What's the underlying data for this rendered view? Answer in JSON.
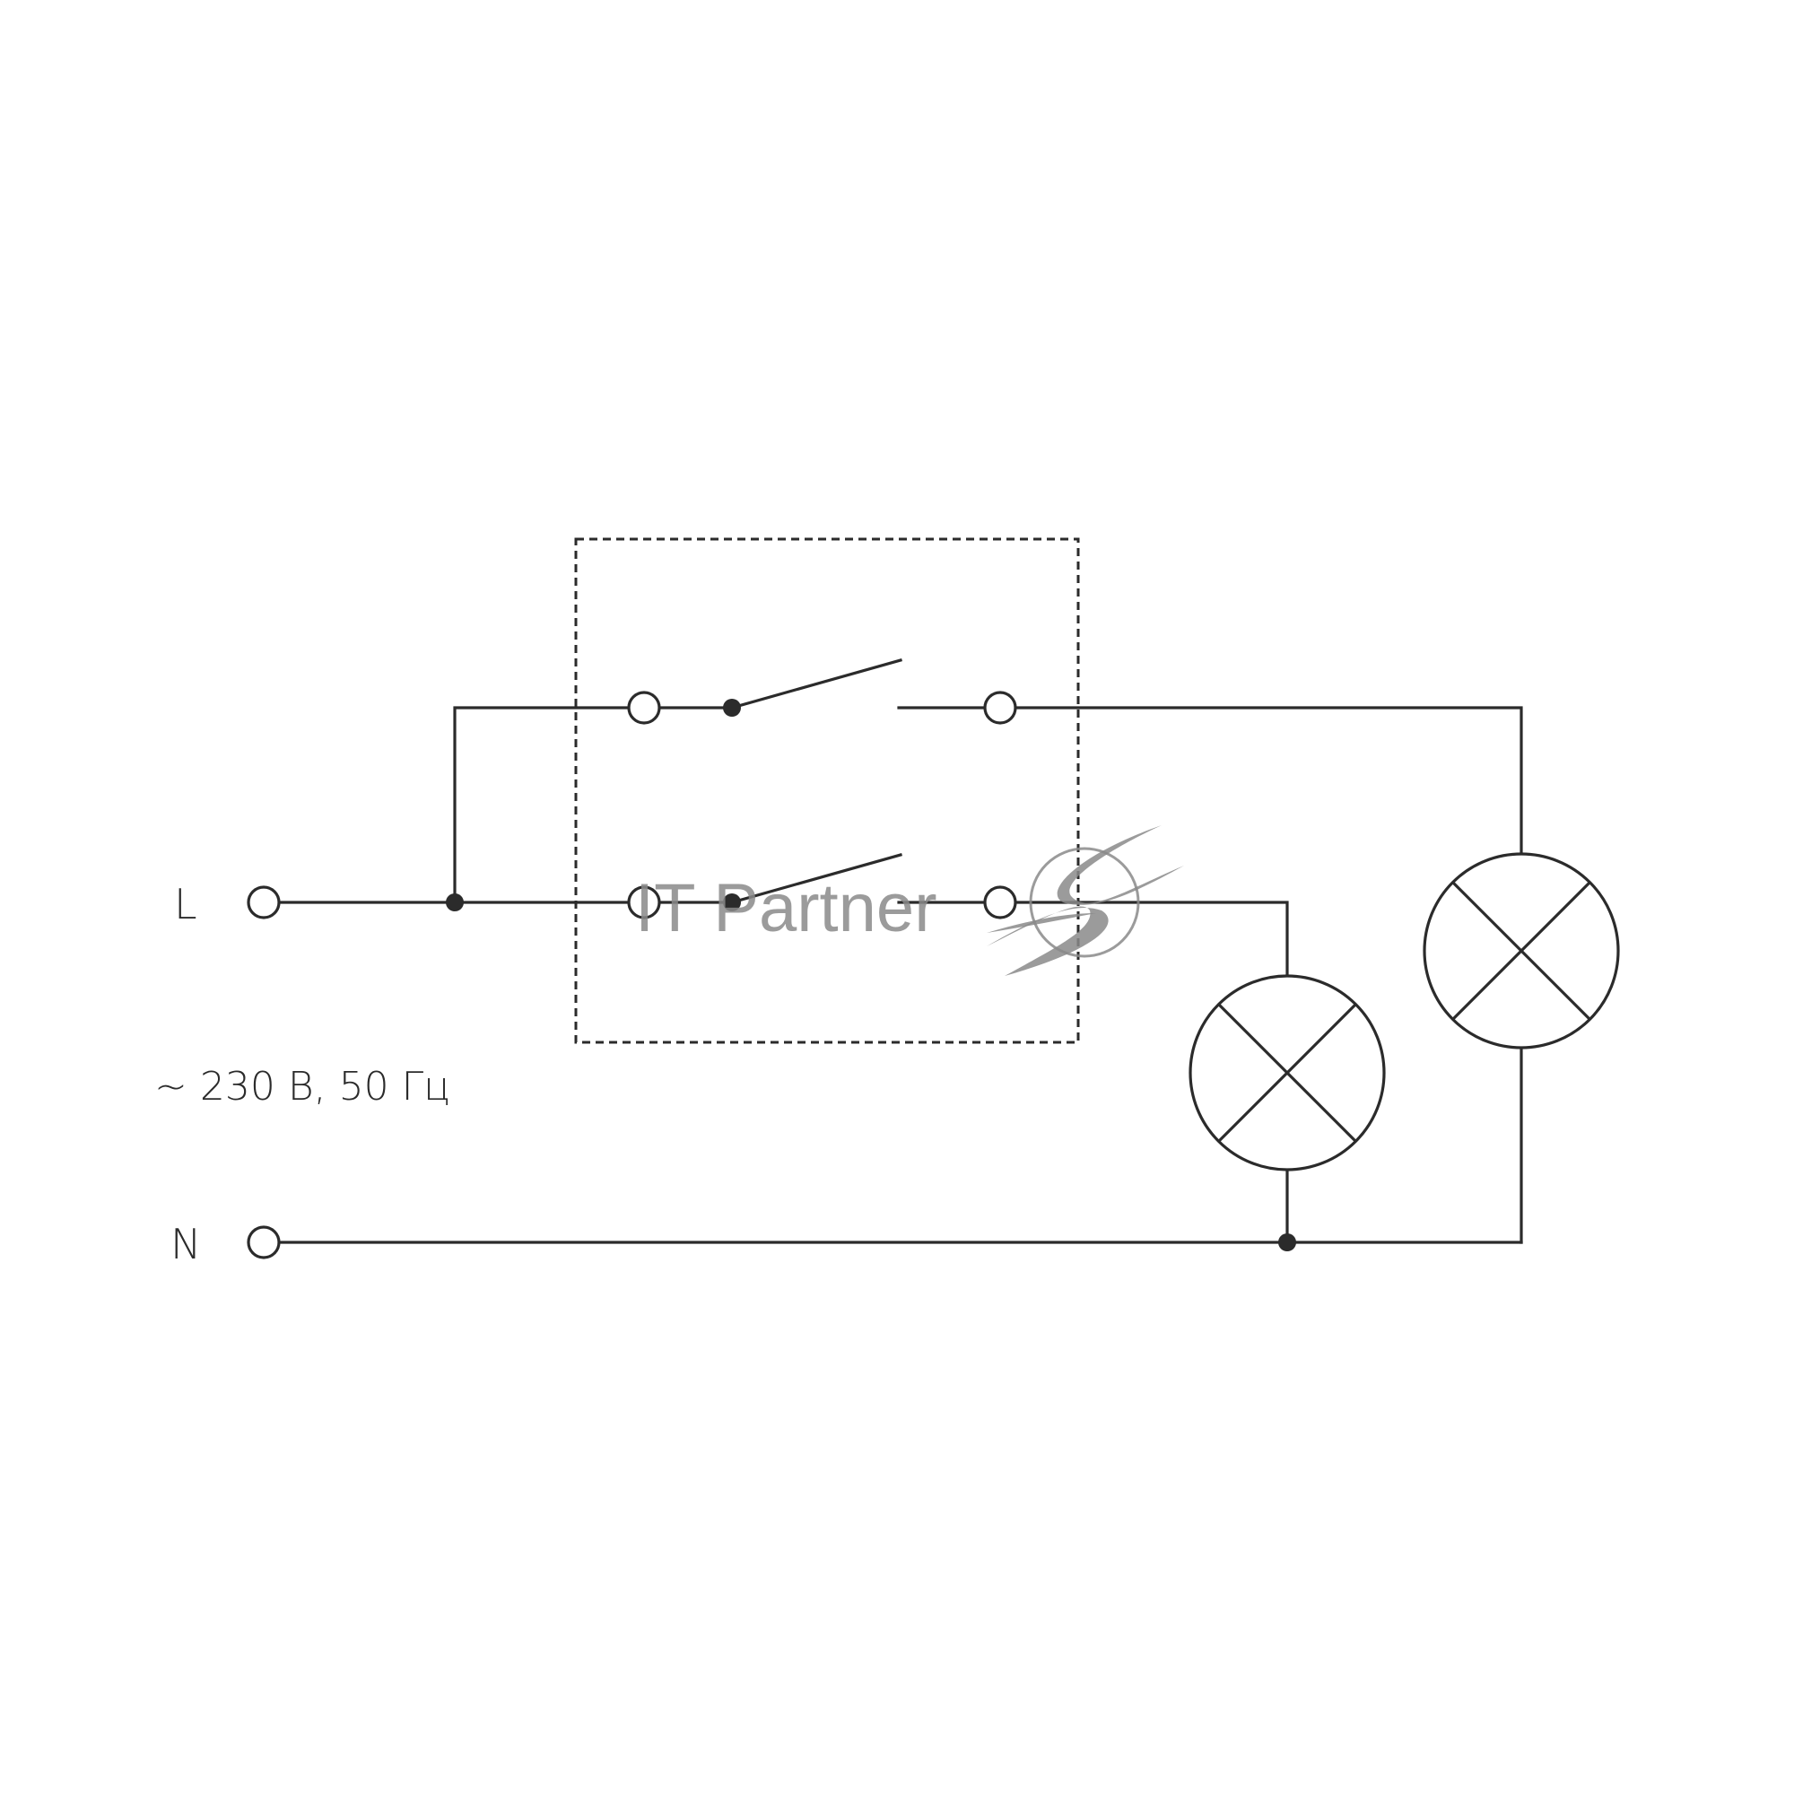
{
  "labels": {
    "line": "L",
    "neutral": "N",
    "supply": "~ 230 В, 50 Гц"
  },
  "watermark": {
    "text": "IT Partner"
  },
  "colors": {
    "wire": "#2b2b2b",
    "watermark": "#8a8a8a",
    "background": "#ffffff"
  }
}
